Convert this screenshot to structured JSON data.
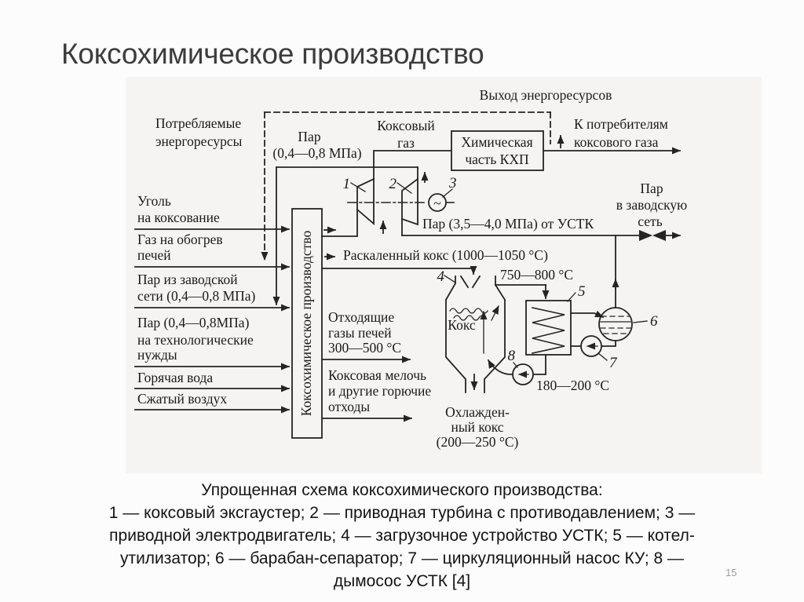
{
  "slide": {
    "title": "Коксохимическое производство",
    "page_number": "15"
  },
  "colors": {
    "ink": "#262422",
    "label_text": "#1c1a18",
    "title_text": "#3c3c3c",
    "page_number": "#9d9d9d",
    "figure_background": "#f5f4f2",
    "slide_background": "#fcfcfc"
  },
  "figure": {
    "boundary": {
      "consumed_line1": "Потребляемые",
      "consumed_line2": "энергоресурсы",
      "output_header": "Выход энергоресурсов"
    },
    "top": {
      "steam_low_line1": "Пар",
      "steam_low_line2": "(0,4—0,8 МПа)",
      "coke_gas_line1": "Коксовый",
      "coke_gas_line2": "газ",
      "chem_box_line1": "Химическая",
      "chem_box_line2": "часть КХП",
      "consumers_line1": "К потребителям",
      "consumers_line2": "коксового газа",
      "steam_net_out_line1": "Пар",
      "steam_net_out_line2": "в заводскую",
      "steam_net_out_line3": "сеть",
      "steam_ustk": "Пар (3,5—4,0 МПа) от УСТК"
    },
    "inputs": {
      "coal_line1": "Уголь",
      "coal_line2": "на коксование",
      "heating_gas_line1": "Газ на обогрев",
      "heating_gas_line2": "печей",
      "steam_from_net_line1": "Пар из заводской",
      "steam_from_net_line2": "сети (0,4—0,8 МПа)",
      "steam_tech_line1": "Пар (0,4—0,8МПа)",
      "steam_tech_line2": "на технологические",
      "steam_tech_line3": "нужды",
      "hot_water": "Горячая вода",
      "compressed_air": "Сжатый воздух"
    },
    "main_box_label": "Коксохимическое производство",
    "outputs": {
      "hot_coke": "Раскаленный кокс (1000—1050 °C)",
      "offgas_line1": "Отходящие",
      "offgas_line2": "газы печей",
      "offgas_line3": "300—500 °C",
      "fines_line1": "Коксовая мелочь",
      "fines_line2": "и другие горючие",
      "fines_line3": "отходы"
    },
    "ustk": {
      "temp_hot": "750—800 °C",
      "temp_return": "180—200 °C",
      "coke_bed": "Кокс",
      "cooled_line1": "Охлажден-",
      "cooled_line2": "ный кокс",
      "cooled_line3": "(200—250 °C)",
      "motor_symbol": "~"
    },
    "markers": {
      "n1": "1",
      "n2": "2",
      "n3": "3",
      "n4": "4",
      "n5": "5",
      "n6": "6",
      "n7": "7",
      "n8": "8"
    }
  },
  "caption": {
    "lines": [
      "Упрощенная схема коксохимического производства:",
      "1 — коксовый эксгаустер; 2 — приводная турбина с противодавлением; 3 —",
      "приводной электродвигатель; 4 — загрузочное устройство УСТК; 5 — котел-",
      "утилизатор; 6 — барабан-сепаратор; 7 — циркуляционный насос КУ; 8 —",
      "дымосос УСТК [4]"
    ]
  }
}
